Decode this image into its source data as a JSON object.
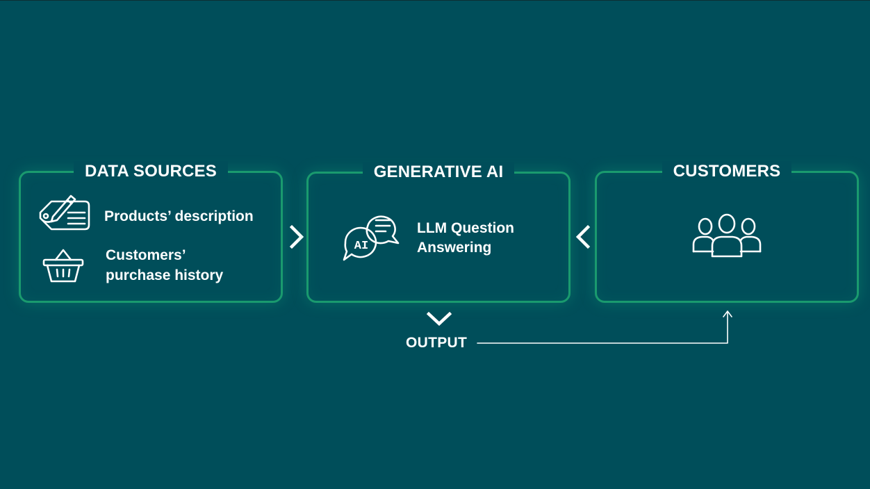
{
  "data_sources": {
    "title": "DATA SOURCES",
    "items": [
      {
        "label": "Products’ description",
        "icon": "pencil-tag-icon"
      },
      {
        "label_line1": "Customers’",
        "label_line2": "purchase history",
        "icon": "shopping-basket-icon"
      }
    ]
  },
  "generative_ai": {
    "title": "GENERATIVE AI",
    "icon": "ai-chat-icon",
    "icon_text": "AI",
    "label_line1": "LLM Question",
    "label_line2": "Answering"
  },
  "customers": {
    "title": "CUSTOMERS",
    "icon": "users-group-icon"
  },
  "output": {
    "label": "OUTPUT"
  },
  "colors": {
    "background": "#004e5a",
    "accent": "#1a9a6e",
    "text": "#ffffff"
  }
}
